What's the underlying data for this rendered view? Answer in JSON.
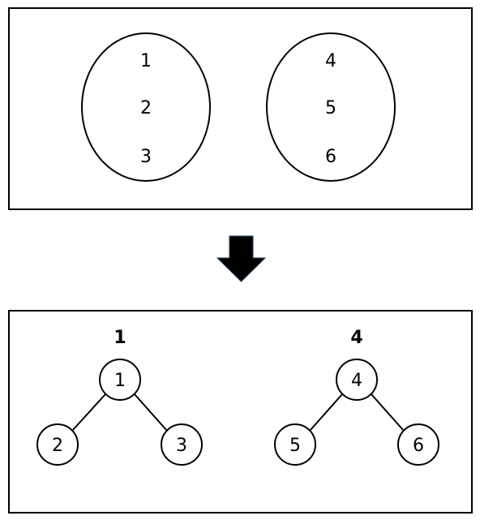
{
  "top_panel": {
    "sets": [
      {
        "items": [
          "1",
          "2",
          "3"
        ]
      },
      {
        "items": [
          "4",
          "5",
          "6"
        ]
      }
    ]
  },
  "arrow": {
    "icon": "down-arrow-icon",
    "color": "#000000"
  },
  "bottom_panel": {
    "trees": [
      {
        "label": "1",
        "root": "1",
        "children": [
          "2",
          "3"
        ]
      },
      {
        "label": "4",
        "root": "4",
        "children": [
          "5",
          "6"
        ]
      }
    ]
  }
}
